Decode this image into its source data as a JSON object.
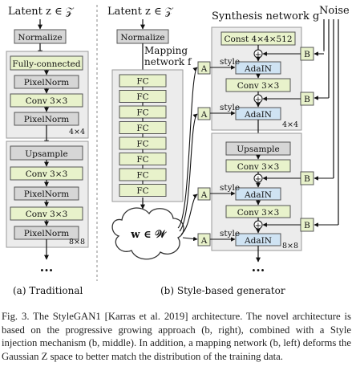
{
  "left": {
    "latent": "Latent  z ∈ 𝒵",
    "normalize": "Normalize",
    "fc": "Fully-connected",
    "pixelnorm": "PixelNorm",
    "conv": "Conv 3×3",
    "block1_res": "4×4",
    "upsample": "Upsample",
    "block2_res": "8×8",
    "dots": "···",
    "caption": "(a) Traditional"
  },
  "middle": {
    "latent": "Latent  z ∈ 𝒵",
    "normalize": "Normalize",
    "mapping_line1": "Mapping",
    "mapping_line2": "network f",
    "fc_labels": [
      "FC",
      "FC",
      "FC",
      "FC",
      "FC",
      "FC",
      "FC",
      "FC"
    ],
    "w_label": "w ∈ 𝒲",
    "caption": "(b) Style-based generator"
  },
  "right": {
    "title": "Synthesis network g",
    "noise": "Noise",
    "const": "Const 4×4×512",
    "conv": "Conv 3×3",
    "adain": "AdaIN",
    "style": "style",
    "a": "A",
    "b": "B",
    "plus": "+",
    "block1_res": "4×4",
    "upsample": "Upsample",
    "block2_res": "8×8",
    "dots": "···"
  },
  "colors": {
    "green_box": "#e8f2cb",
    "gray_box": "#d6d6d6",
    "blue_box": "#cfe3f3",
    "panel": "#ececec",
    "border": "#555555"
  },
  "figure_caption": "Fig. 3. The StyleGAN1 [Karras et al. 2019] architecture. The novel architecture is based on the progressive growing approach (b, right), combined with a Style injection mechanism (b, middle). In addition, a mapping network (b, left) deforms the Gaussian Z space to better match the distribution of the training data."
}
